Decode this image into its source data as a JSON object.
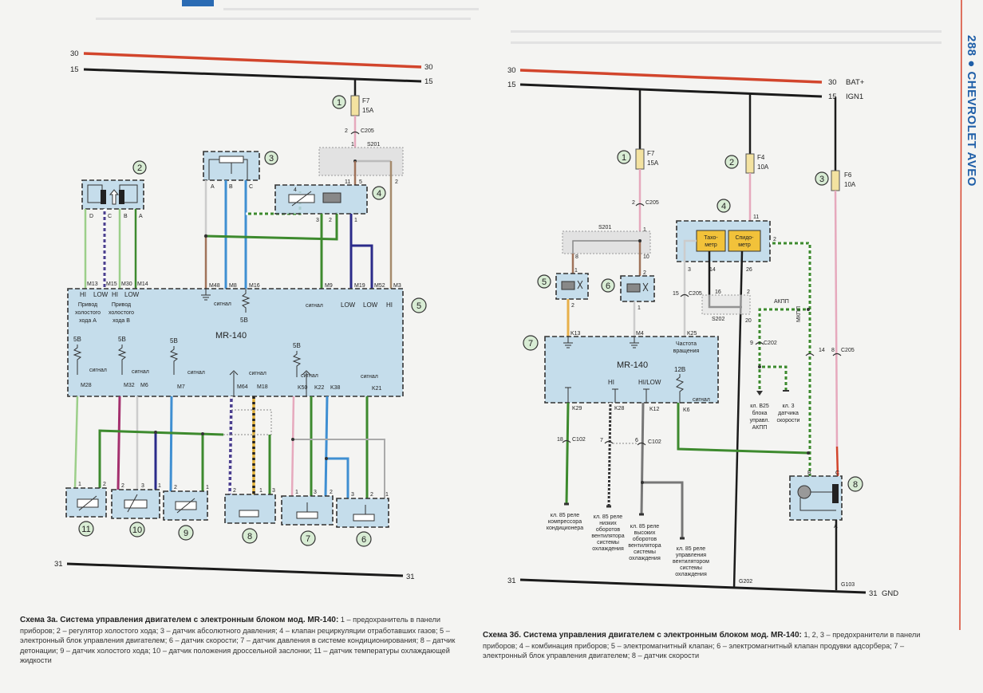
{
  "page": {
    "number": "288",
    "brand": "CHEVROLET AVEO",
    "bullet": "●"
  },
  "colors": {
    "bat": "#d2452c",
    "ign": "#1b1b1b",
    "ecu": "#bcd8ea",
    "brand": "#1f5fa8"
  },
  "left": {
    "bus": {
      "b30_l": "30",
      "b15_l": "15",
      "b30_r": "30",
      "b15_r": "15",
      "b31_l": "31",
      "b31_r": "31"
    },
    "fuse": {
      "num": "1",
      "name": "F7",
      "rating": "15A"
    },
    "c205": {
      "pin": "2",
      "name": "C205"
    },
    "s201": {
      "name": "S201",
      "pins": [
        "1",
        "11",
        "2"
      ]
    },
    "components": {
      "c2": "2",
      "c3": "3",
      "c4": "4",
      "c5": "5",
      "c6": "6",
      "c7": "7",
      "c8": "8",
      "c9": "9",
      "c10": "10",
      "c11": "11"
    },
    "pins2": [
      "D",
      "C",
      "B",
      "A"
    ],
    "pins3": [
      "A",
      "B",
      "C"
    ],
    "pins4": [
      "4",
      "5",
      "3",
      "2",
      "1"
    ],
    "ecu": {
      "name": "MR-140",
      "top_wires": [
        "M13",
        "M15",
        "M30",
        "M14",
        "M48",
        "M8",
        "M16",
        "M9",
        "M19",
        "M52",
        "M3"
      ],
      "top_modes": [
        "HI",
        "LOW",
        "HI",
        "LOW",
        "LOW",
        "LOW",
        "HI"
      ],
      "drive_a": [
        "Привод",
        "холостого",
        "хода А"
      ],
      "drive_b": [
        "Привод",
        "холостого",
        "хода В"
      ],
      "signal": "сигнал",
      "v5": "5В",
      "bottom_wires": [
        "M28",
        "M32",
        "M6",
        "M7",
        "M64",
        "M18",
        "K50",
        "K22",
        "K38",
        "K21"
      ]
    },
    "sensor_pins": {
      "s11": [
        "1",
        "2"
      ],
      "s10": [
        "2",
        "3",
        "1"
      ],
      "s9": [
        "2",
        "1"
      ],
      "s8": [
        "2",
        "1",
        "3"
      ],
      "s7": [
        "1",
        "3",
        "2"
      ],
      "s6": [
        "3",
        "2",
        "1"
      ]
    },
    "caption": {
      "title": "Схема 3а. Система управления двигателем с электронным блоком мод. MR-140:",
      "text": "1 – предохранитель в панели приборов; 2 – регулятор холостого хода; 3 – датчик абсолютного давления; 4 – клапан рециркуляции отработавших газов; 5 – электронный блок управления двигателем; 6 – датчик скорости; 7 – датчик давления в системе кондиционирования; 8 – датчик детонации; 9 – датчик холостого хода; 10 – датчик положения дроссельной заслонки; 11 – датчик температуры охлаждающей жидкости"
    }
  },
  "right": {
    "bus": {
      "b30_l": "30",
      "b15_l": "15",
      "b30_r": "30",
      "bat": "BAT+",
      "b15_r": "15",
      "ign": "IGN1",
      "b31_l": "31",
      "b31_r": "31",
      "gnd": "GND"
    },
    "fuses": [
      {
        "num": "1",
        "name": "F7",
        "rating": "15A"
      },
      {
        "num": "2",
        "name": "F4",
        "rating": "10A"
      },
      {
        "num": "3",
        "name": "F6",
        "rating": "10A"
      }
    ],
    "components": {
      "c4": "4",
      "c5": "5",
      "c6": "6",
      "c7": "7",
      "c8": "8"
    },
    "connectors": {
      "c205_top": {
        "pin": "2",
        "name": "C205"
      },
      "s201": {
        "name": "S201",
        "pins": [
          "1",
          "8",
          "10"
        ]
      },
      "comp_pins": {
        "c5": [
          "1",
          "2"
        ],
        "c6": [
          "2",
          "1"
        ],
        "c4": [
          "11",
          "2",
          "3",
          "14",
          "26"
        ]
      },
      "c205_mid": {
        "pin": "15",
        "name": "C205"
      },
      "s202": {
        "name": "S202",
        "pins": [
          "16",
          "2",
          "20"
        ]
      },
      "c202": {
        "pin": "9",
        "name": "C202"
      },
      "c205_right": {
        "pin_a": "14",
        "pin_b": "8",
        "name": "C205"
      },
      "c102": {
        "pin_a": "18",
        "name_a": "C102",
        "pin_b": "7",
        "pin_c": "6",
        "name_b": "C102"
      }
    },
    "cluster": {
      "tacho": [
        "Тахо-",
        "метр"
      ],
      "speedo": [
        "Спидо-",
        "метр"
      ]
    },
    "ecu": {
      "name": "MR-140",
      "rpm": [
        "Частота",
        "вращения"
      ],
      "hi": "HI",
      "hilow": "HI/LOW",
      "v12": "12В",
      "signal": "сигнал",
      "wires": [
        "K13",
        "M4",
        "K25",
        "K29",
        "K28",
        "K12",
        "K6"
      ]
    },
    "trans": {
      "akpp": "АКПП",
      "mkpp": "МКПП"
    },
    "targets": {
      "b25": [
        "кл. B25",
        "блока",
        "управл.",
        "АКПП"
      ],
      "speed3": [
        "кл. 3",
        "датчика",
        "скорости"
      ],
      "ac": [
        "кл. 85 реле",
        "компрессора",
        "кондиционера"
      ],
      "low": [
        "кл. 85 реле",
        "низких",
        "оборотов",
        "вентилятора",
        "системы",
        "охлаждения"
      ],
      "high": [
        "кл. 85 реле",
        "высоких",
        "оборотов",
        "вентилятора",
        "системы",
        "охлаждения"
      ],
      "ctrl": [
        "кл. 85 реле",
        "управления",
        "вентилятором",
        "системы",
        "охлаждения"
      ]
    },
    "sensor8_pins": [
      "B",
      "C",
      "A"
    ],
    "grounds": {
      "g202": "G202",
      "g103": "G103"
    },
    "caption": {
      "title": "Схема 3б. Система управления двигателем с электронным блоком мод. MR-140:",
      "text": "1, 2, 3 – предохранители в панели приборов; 4 – комбинация приборов; 5 – электромагнитный клапан; 6 – электромагнитный клапан продувки адсорбера; 7 – электронный блок управления двигателем; 8 – датчик скорости"
    }
  }
}
